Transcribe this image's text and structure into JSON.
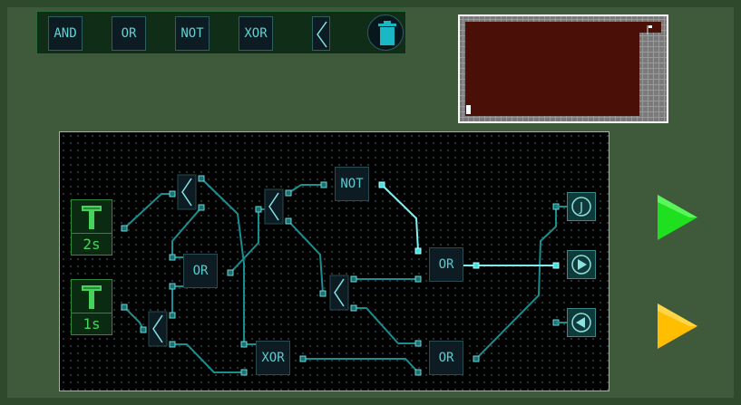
{
  "toolbar": {
    "tools": [
      {
        "name": "and",
        "label": "AND"
      },
      {
        "name": "or",
        "label": "OR"
      },
      {
        "name": "not",
        "label": "NOT"
      },
      {
        "name": "xor",
        "label": "XOR"
      }
    ]
  },
  "board": {
    "gates": [
      {
        "id": "not1",
        "label": "NOT"
      },
      {
        "id": "or1",
        "label": "OR"
      },
      {
        "id": "or2",
        "label": "OR"
      },
      {
        "id": "xor1",
        "label": "XOR"
      },
      {
        "id": "or3",
        "label": "OR"
      }
    ],
    "timers": [
      {
        "symbol": "T",
        "label": "2s"
      },
      {
        "symbol": "T",
        "label": "1s"
      }
    ],
    "outputs": [
      {
        "icon": "jump-icon",
        "symbol": "J"
      },
      {
        "icon": "right-arrow-icon"
      },
      {
        "icon": "left-arrow-icon"
      }
    ]
  },
  "colors": {
    "wire": "#1a8f92",
    "wire_active": "#7ff2f4",
    "play": "#1fe01f",
    "step": "#ffbf00",
    "minimap_bg": "#4a1008"
  }
}
